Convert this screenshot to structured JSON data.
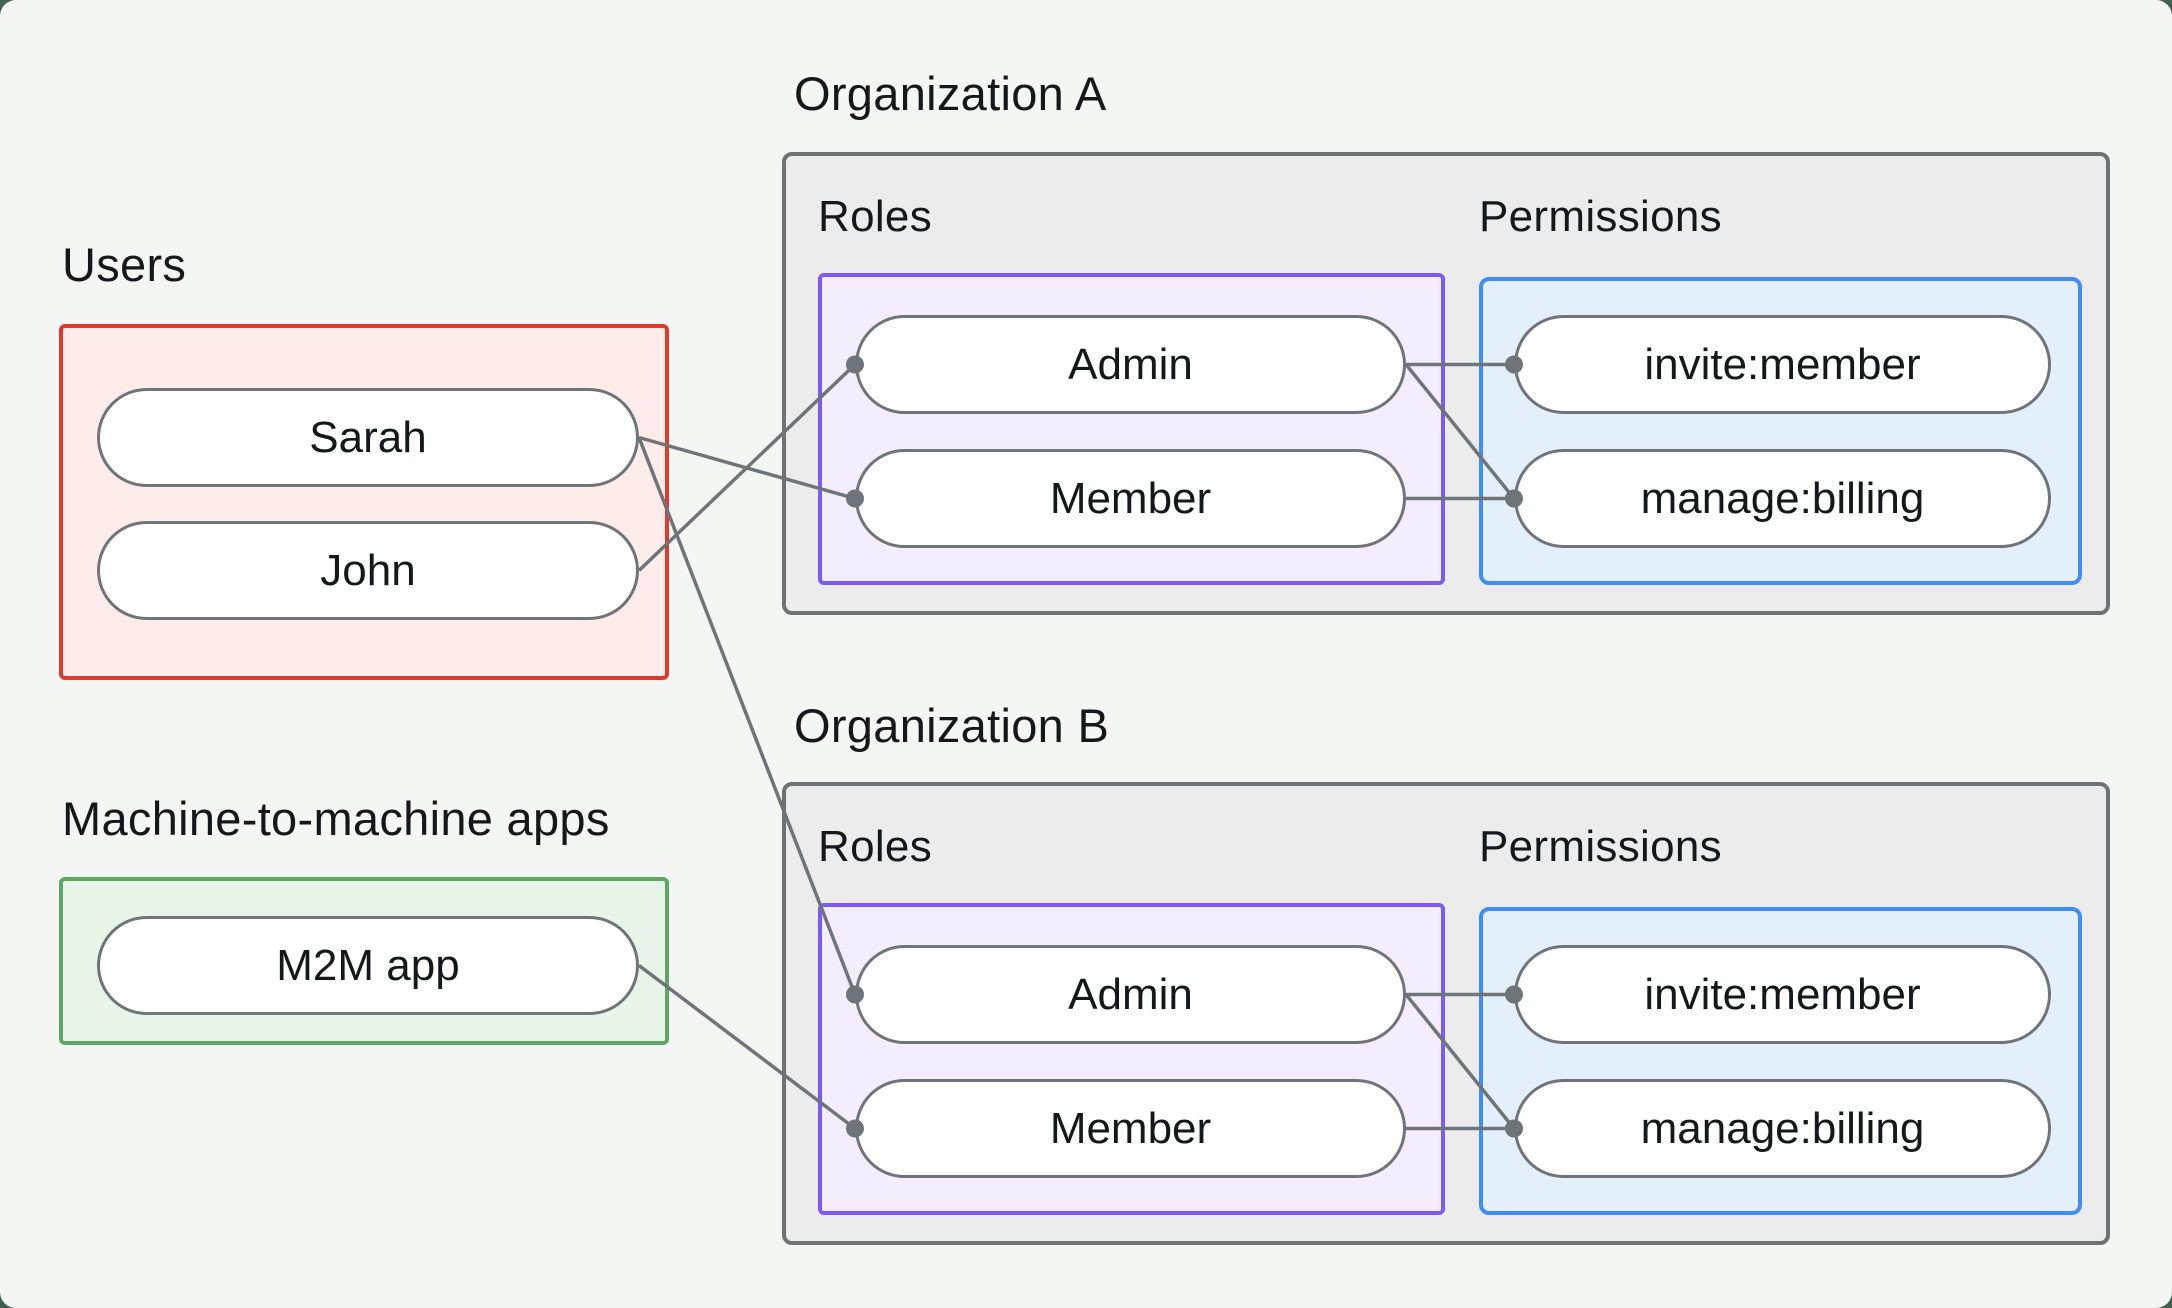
{
  "users": {
    "label": "Users",
    "items": [
      {
        "name": "Sarah"
      },
      {
        "name": "John"
      }
    ]
  },
  "m2m": {
    "label": "Machine-to-machine apps",
    "items": [
      {
        "name": "M2M app"
      }
    ]
  },
  "organizations": [
    {
      "label": "Organization A",
      "roles_label": "Roles",
      "permissions_label": "Permissions",
      "roles": [
        {
          "name": "Admin"
        },
        {
          "name": "Member"
        }
      ],
      "permissions": [
        {
          "name": "invite:member"
        },
        {
          "name": "manage:billing"
        }
      ]
    },
    {
      "label": "Organization B",
      "roles_label": "Roles",
      "permissions_label": "Permissions",
      "roles": [
        {
          "name": "Admin"
        },
        {
          "name": "Member"
        }
      ],
      "permissions": [
        {
          "name": "invite:member"
        },
        {
          "name": "manage:billing"
        }
      ]
    }
  ],
  "edges": [
    {
      "from": "pill-sarah",
      "to": "pill-orga-member"
    },
    {
      "from": "pill-john",
      "to": "pill-orga-admin"
    },
    {
      "from": "pill-sarah",
      "to": "pill-orgb-admin"
    },
    {
      "from": "pill-m2m",
      "to": "pill-orgb-member"
    },
    {
      "from": "pill-orga-admin",
      "to": "pill-orga-invite"
    },
    {
      "from": "pill-orga-admin",
      "to": "pill-orga-manage"
    },
    {
      "from": "pill-orga-member",
      "to": "pill-orga-manage"
    },
    {
      "from": "pill-orgb-admin",
      "to": "pill-orgb-invite"
    },
    {
      "from": "pill-orgb-admin",
      "to": "pill-orgb-manage"
    },
    {
      "from": "pill-orgb-member",
      "to": "pill-orgb-manage"
    }
  ],
  "colors": {
    "page-bg": "#f4f6f4",
    "frame-bg": "#41604e",
    "text": "#15181b",
    "red": "#e03a30",
    "red-fill": "#fdecea",
    "green": "#5fa666",
    "green-fill": "#e9f4e9",
    "org-border": "#6f7274",
    "org-fill": "#ececec",
    "purple": "#7b5bf5",
    "purple-fill": "#f3edfd",
    "blue": "#3f8df6",
    "blue-fill": "#e3f0fc",
    "line": "#6f7478"
  }
}
